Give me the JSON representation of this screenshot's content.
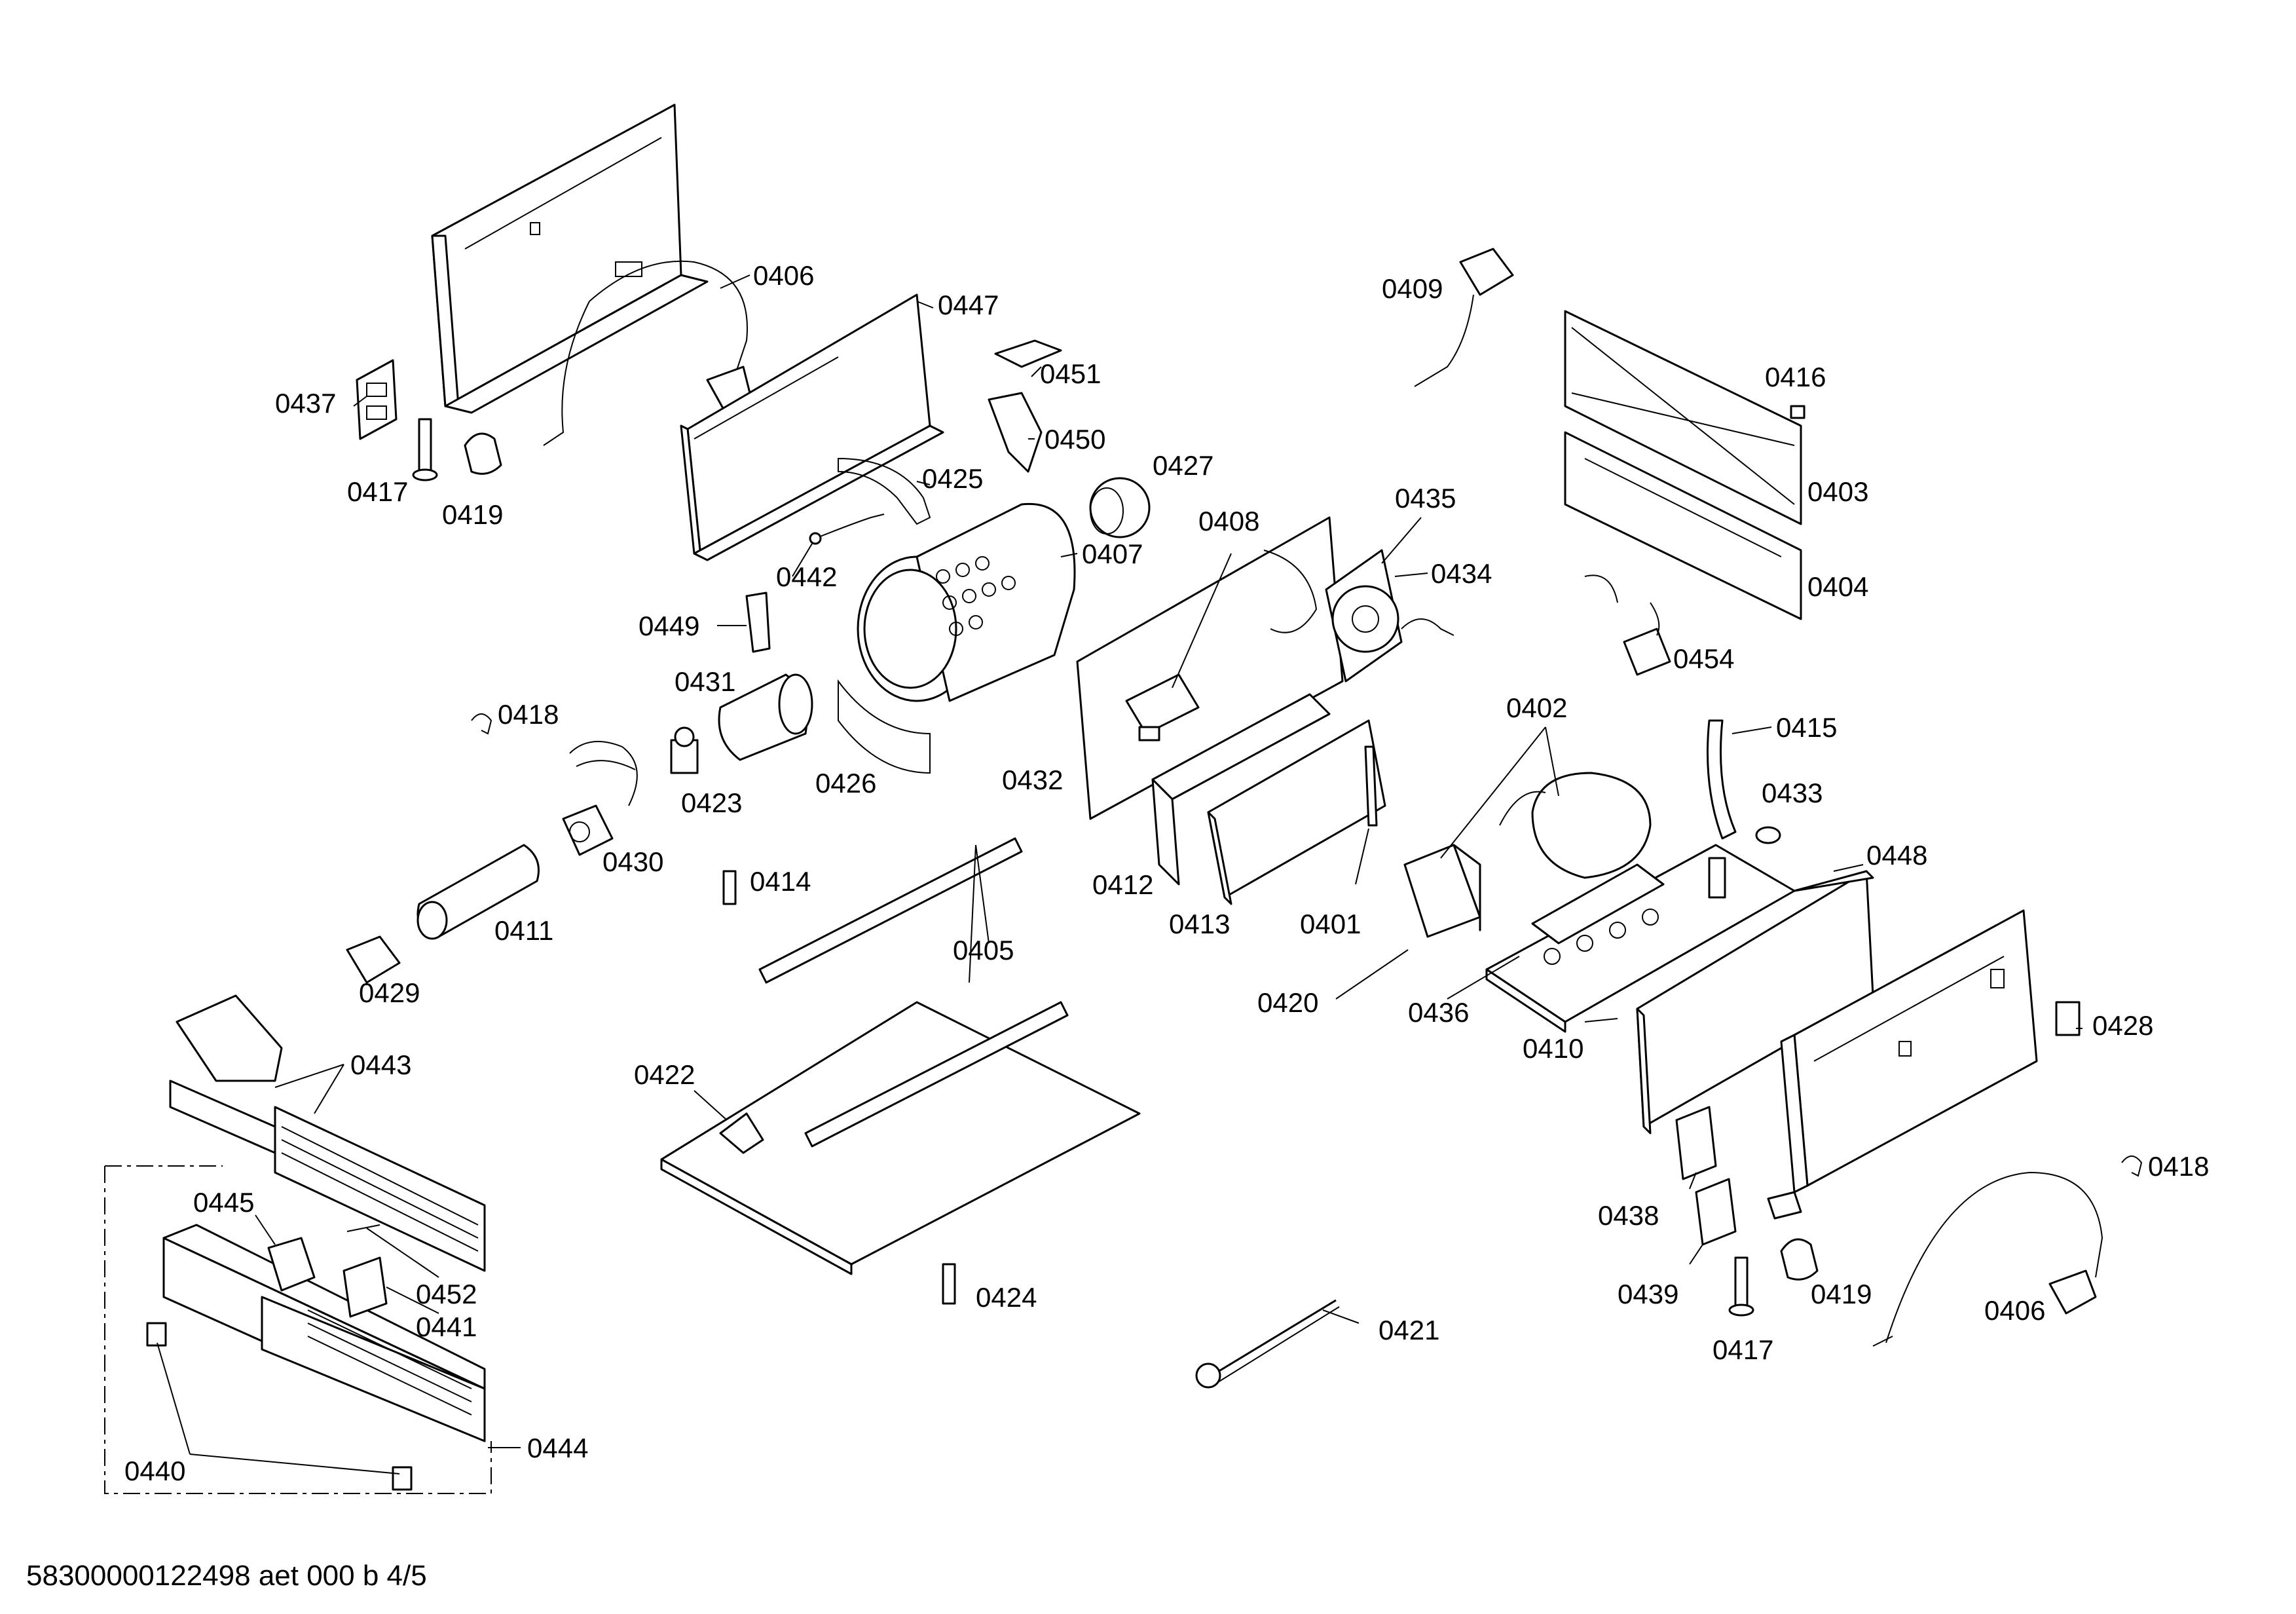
{
  "diagram": {
    "labels": {
      "l0406a": "0406",
      "l0447": "0447",
      "l0437": "0437",
      "l0417a": "0417",
      "l0419a": "0419",
      "l0451": "0451",
      "l0450": "0450",
      "l0425": "0425",
      "l0427": "0427",
      "l0442": "0442",
      "l0407": "0407",
      "l0449": "0449",
      "l0431": "0431",
      "l0418a": "0418",
      "l0423": "0423",
      "l0426": "0426",
      "l0430": "0430",
      "l0414": "0414",
      "l0411": "0411",
      "l0429": "0429",
      "l0409": "0409",
      "l0416": "0416",
      "l0403": "0403",
      "l0404": "0404",
      "l0454": "0454",
      "l0408": "0408",
      "l0435": "0435",
      "l0434": "0434",
      "l0432": "0432",
      "l0412": "0412",
      "l0413": "0413",
      "l0402": "0402",
      "l0415": "0415",
      "l0433": "0433",
      "l0401": "0401",
      "l0448": "0448",
      "l0405": "0405",
      "l0420": "0420",
      "l0436": "0436",
      "l0410": "0410",
      "l0428": "0428",
      "l0443": "0443",
      "l0422": "0422",
      "l0445": "0445",
      "l0452": "0452",
      "l0441": "0441",
      "l0440": "0440",
      "l0444": "0444",
      "l0424": "0424",
      "l0421": "0421",
      "l0438": "0438",
      "l0439": "0439",
      "l0417b": "0417",
      "l0419b": "0419",
      "l0418b": "0418",
      "l0406b": "0406"
    },
    "footer": "58300000122498 aet 000 b 4/5"
  }
}
